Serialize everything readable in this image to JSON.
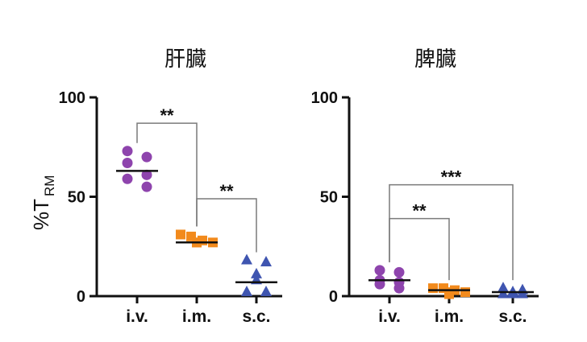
{
  "ylabel": {
    "main": "%T",
    "sub": "RM"
  },
  "colors": {
    "iv": "#8e44ad",
    "im": "#f28a1c",
    "sc": "#3f55b0",
    "axis": "#111111",
    "bracket": "#7a7a7a"
  },
  "chart_data": [
    {
      "type": "scatter",
      "title": "肝臓",
      "categories": [
        "i.v.",
        "i.m.",
        "s.c."
      ],
      "ylim": [
        0,
        100
      ],
      "yticks": [
        0,
        50,
        100
      ],
      "series": [
        {
          "category": "i.v.",
          "marker": "circle",
          "color_key": "iv",
          "mean": 63,
          "values": [
            73,
            70,
            67,
            61,
            59,
            55
          ]
        },
        {
          "category": "i.m.",
          "marker": "square",
          "color_key": "im",
          "mean": 27,
          "values": [
            31,
            30,
            28,
            27,
            27,
            27
          ]
        },
        {
          "category": "s.c.",
          "marker": "triangle",
          "color_key": "sc",
          "mean": 7,
          "values": [
            18,
            17,
            11,
            8,
            2,
            2
          ]
        }
      ],
      "significance": [
        {
          "from": 0,
          "to": 1,
          "y": 87,
          "label": "**"
        },
        {
          "from": 1,
          "to": 2,
          "y": 49,
          "label": "**"
        }
      ]
    },
    {
      "type": "scatter",
      "title": "脾臓",
      "categories": [
        "i.v.",
        "i.m.",
        "s.c."
      ],
      "ylim": [
        0,
        100
      ],
      "yticks": [
        0,
        50,
        100
      ],
      "series": [
        {
          "category": "i.v.",
          "marker": "circle",
          "color_key": "iv",
          "mean": 8,
          "values": [
            13,
            12,
            8,
            7,
            6,
            4
          ]
        },
        {
          "category": "i.m.",
          "marker": "square",
          "color_key": "im",
          "mean": 3,
          "values": [
            4,
            4,
            3,
            2,
            2,
            1
          ]
        },
        {
          "category": "s.c.",
          "marker": "triangle",
          "color_key": "sc",
          "mean": 2,
          "values": [
            4,
            3,
            2,
            1,
            1,
            1
          ]
        }
      ],
      "significance": [
        {
          "from": 0,
          "to": 1,
          "y": 39,
          "label": "**"
        },
        {
          "from": 0,
          "to": 2,
          "y": 56,
          "label": "***"
        }
      ]
    }
  ]
}
